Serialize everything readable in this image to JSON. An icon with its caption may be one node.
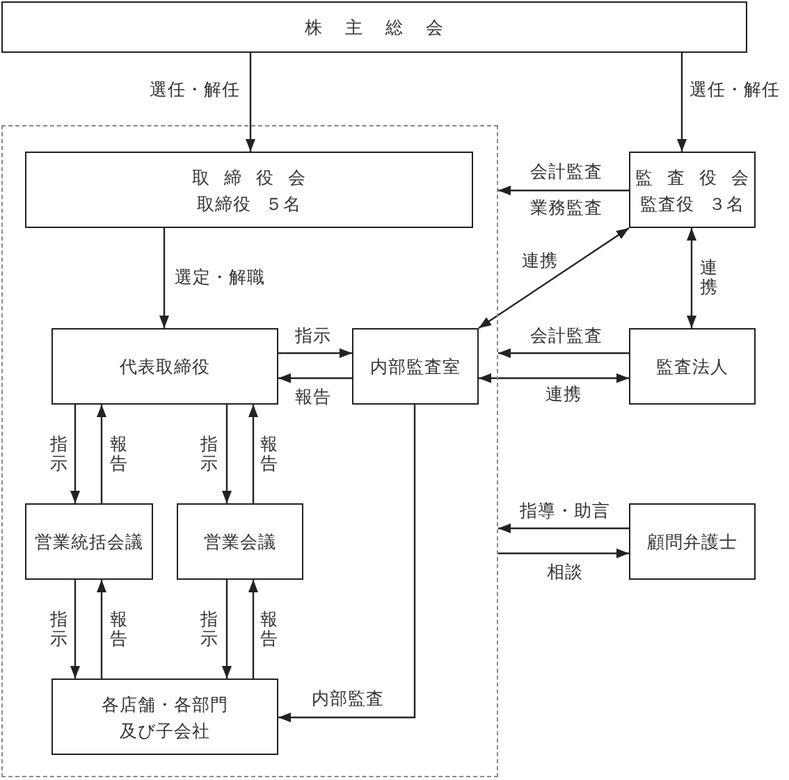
{
  "diagram": {
    "nodes": [
      {
        "text": [
          "株 主 総 会"
        ]
      },
      {
        "text": [],
        "shape": "box"
      },
      {
        "text": [
          "取 締 役 会",
          "取締役 ５名"
        ],
        "in": 1
      },
      {
        "text": [
          "監 査 役 会",
          "監査役 ３名"
        ]
      },
      {
        "text": [
          "代表取締役"
        ],
        "in": 1
      },
      {
        "text": [
          "内部監査室"
        ],
        "in": 1
      },
      {
        "text": [
          "監査法人"
        ]
      },
      {
        "text": [
          "営業統括会議"
        ],
        "in": 1
      },
      {
        "text": [
          "営業会議"
        ],
        "in": 1
      },
      {
        "text": [
          "顧問弁護士"
        ]
      },
      {
        "text": [
          "各店舗・各部門及び子会社"
        ],
        "in": 1
      }
    ],
    "edges": [
      {
        "from": 0,
        "to": 2,
        "arrow": "to",
        "label": "選任・解任"
      },
      {
        "from": 0,
        "to": 3,
        "arrow": "to",
        "label": "選任・解任"
      },
      {
        "from": 2,
        "to": 4,
        "arrow": "to",
        "label": "選定・解職"
      },
      {
        "from": 4,
        "to": 5,
        "arrow": "to",
        "label": "指示"
      },
      {
        "from": 5,
        "to": 4,
        "arrow": "to",
        "label": "報告"
      },
      {
        "from": 3,
        "to": 1,
        "arrow": "to",
        "label": "会計監査"
      },
      {
        "from": 3,
        "to": 5,
        "arrow": "both",
        "label": "連携"
      },
      {
        "from": 3,
        "to": 6,
        "arrow": "both",
        "label": "連携"
      },
      {
        "from": 6,
        "to": 1,
        "arrow": "to",
        "label": "会計監査"
      },
      {
        "from": 5,
        "to": 6,
        "arrow": "both",
        "label": "連携"
      },
      {
        "from": 4,
        "to": 7,
        "arrow": "to",
        "label": "指示"
      },
      {
        "from": 7,
        "to": 4,
        "arrow": "to",
        "label": "報告"
      },
      {
        "from": 4,
        "to": 8,
        "arrow": "to",
        "label": "指示"
      },
      {
        "from": 8,
        "to": 4,
        "arrow": "to",
        "label": "報告"
      },
      {
        "from": 7,
        "to": 10,
        "arrow": "to",
        "label": "指示"
      },
      {
        "from": 10,
        "to": 7,
        "arrow": "to",
        "label": "報告"
      },
      {
        "from": 8,
        "to": 10,
        "arrow": "to",
        "label": "指示"
      },
      {
        "from": 10,
        "to": 8,
        "arrow": "to",
        "label": "報告"
      },
      {
        "from": 5,
        "to": 10,
        "arrow": "to",
        "label": "内部監査"
      },
      {
        "from": 9,
        "to": 1,
        "arrow": "to",
        "label": "指導・助言"
      },
      {
        "from": 1,
        "to": 9,
        "arrow": "to",
        "label": "相談"
      }
    ],
    "labels": [
      "業務監査"
    ]
  }
}
